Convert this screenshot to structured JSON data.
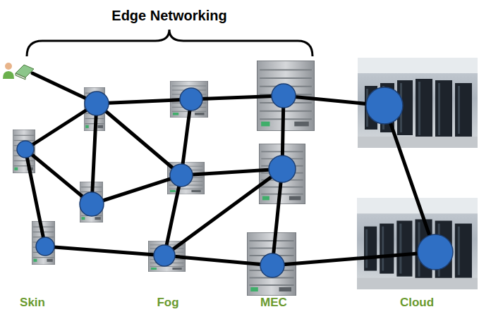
{
  "diagram": {
    "labels": [
      "Edge Networking",
      "Skin",
      "Fog",
      "MEC",
      "Cloud"
    ]
  }
}
